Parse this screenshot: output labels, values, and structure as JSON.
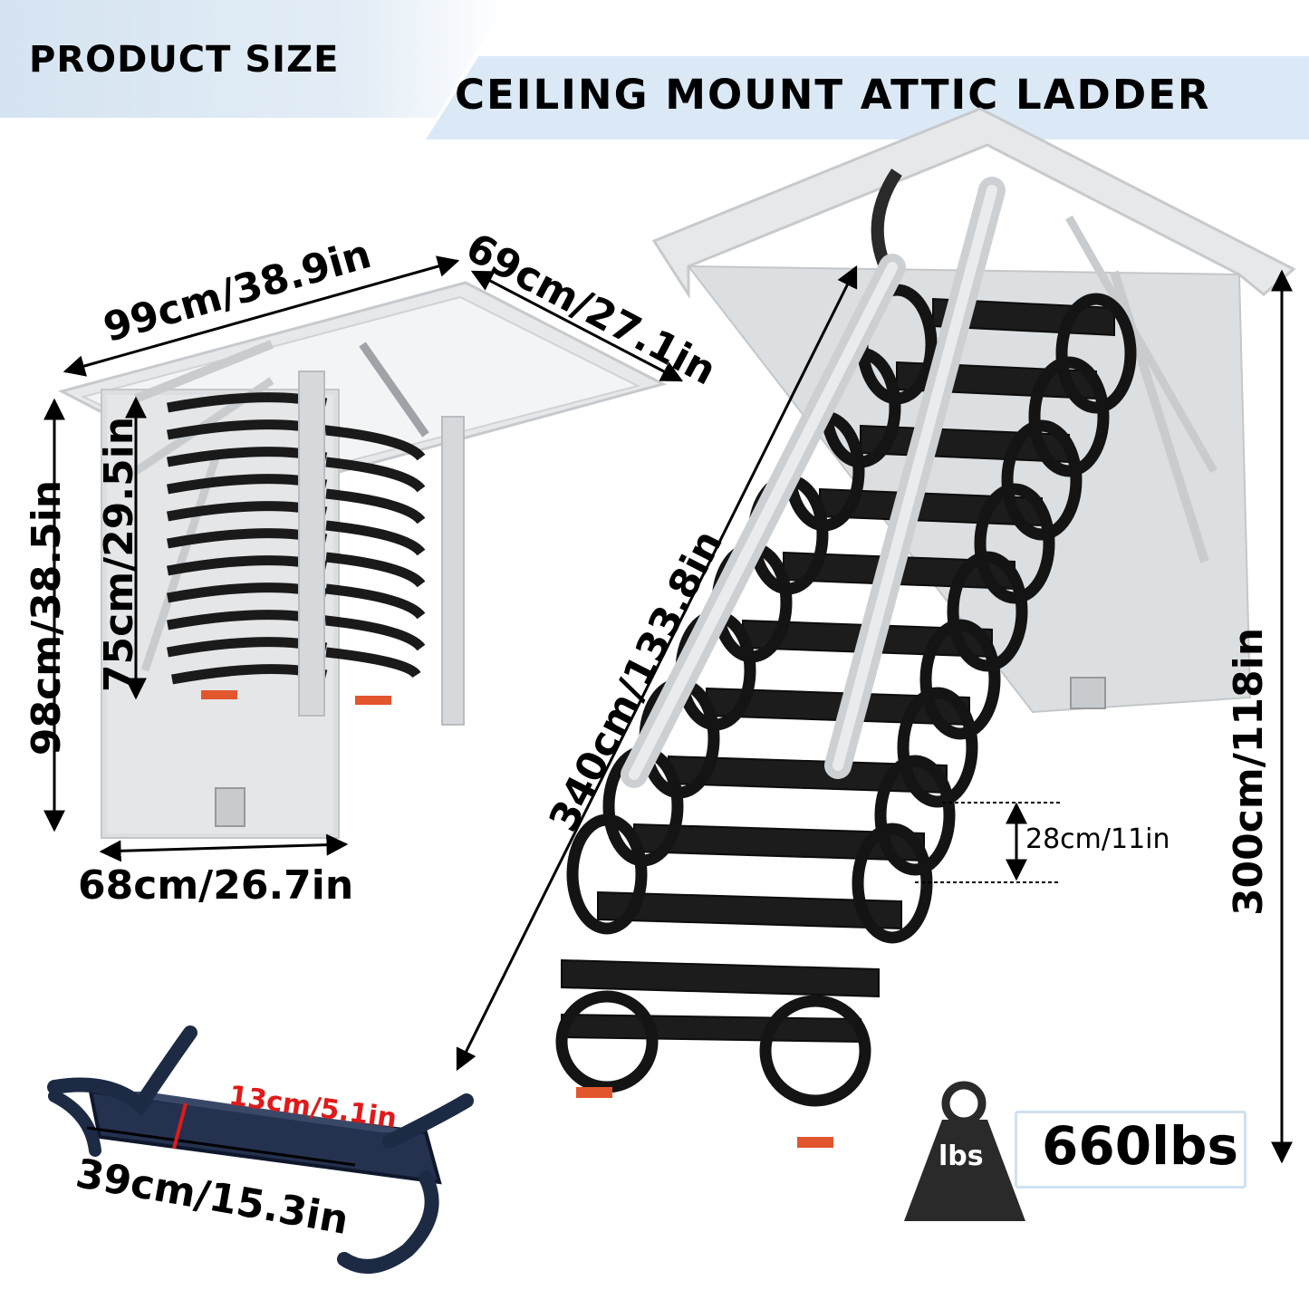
{
  "header": {
    "badge": "PRODUCT SIZE",
    "title": "CEILING MOUNT ATTIC LADDER"
  },
  "closed_view": {
    "length": "99cm/38.9in",
    "width": "69cm/27.1in",
    "total_height": "98cm/38.5in",
    "folded_height": "75cm/29.5in",
    "bottom_width": "68cm/26.7in"
  },
  "open_view": {
    "ladder_length": "340cm/133.8in",
    "ceiling_height": "300cm/118in",
    "step_spacing": "28cm/11in"
  },
  "step_detail": {
    "depth": "13cm/5.1in",
    "width": "39cm/15.3in"
  },
  "load": {
    "icon_label": "lbs",
    "capacity": "660lbs"
  },
  "colors": {
    "banner": "#dbe9f6",
    "ladder": "#1a1a1a",
    "panel": "#d9dcde",
    "step": "#1d2a44",
    "step_label": "#e01a1a"
  }
}
